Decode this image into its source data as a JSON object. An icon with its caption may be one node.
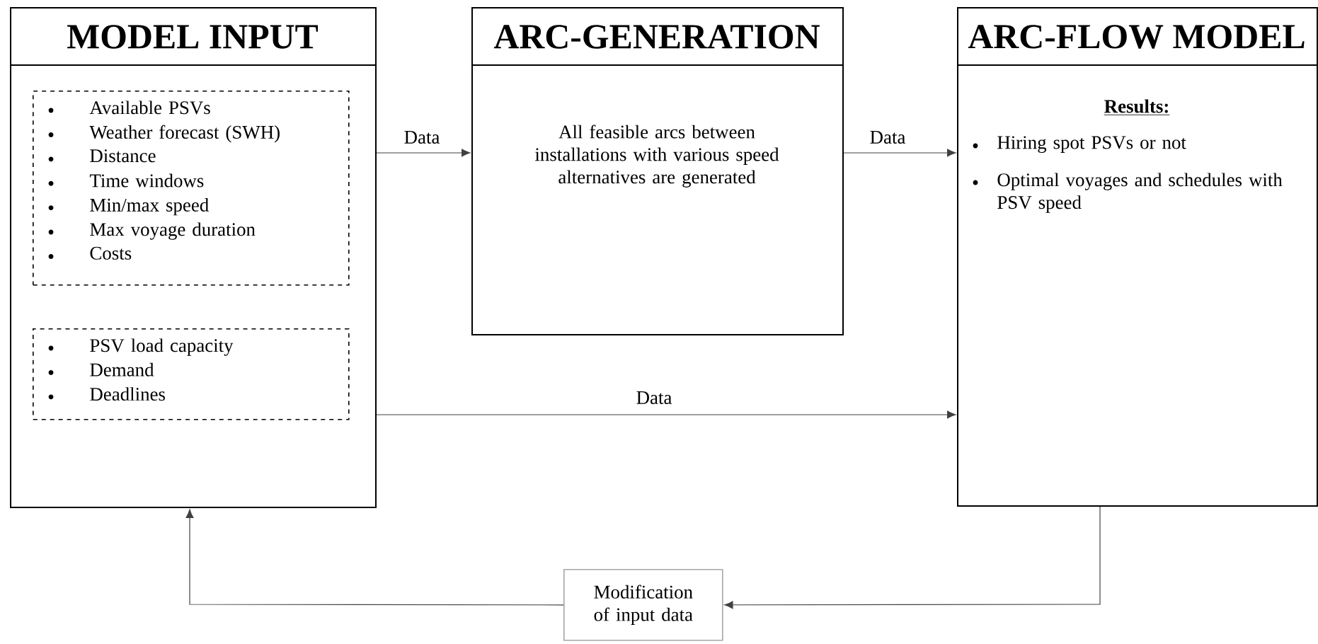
{
  "diagram": {
    "nodes": [
      {
        "text": [
          "MODEL INPUT"
        ]
      },
      {
        "text": [
          "Available PSVs",
          "Weather forecast (SWH)",
          "Distance",
          "Time windows",
          "Min/max speed",
          "Max voyage duration",
          "Costs"
        ],
        "in": 0
      },
      {
        "text": [
          "PSV load capacity",
          "Demand",
          "Deadlines"
        ],
        "in": 0
      },
      {
        "text": [
          "ARC-GENERATION",
          "All feasible arcs between installations with various speed alternatives are generated"
        ]
      },
      {
        "text": [
          "ARC-FLOW MODEL",
          "Results:",
          "Hiring spot PSVs or not",
          "Optimal voyages and schedules with PSV speed"
        ]
      },
      {
        "text": [
          "Modification of input data"
        ]
      }
    ],
    "edges": [
      {
        "from": 0,
        "to": 3,
        "arrow": "to",
        "label": "Data"
      },
      {
        "from": 3,
        "to": 4,
        "arrow": "to",
        "label": "Data"
      },
      {
        "from": 0,
        "to": 4,
        "arrow": "to",
        "label": "Data"
      },
      {
        "from": 4,
        "to": 5,
        "arrow": "to"
      },
      {
        "from": 5,
        "to": 0,
        "arrow": "to"
      }
    ]
  }
}
